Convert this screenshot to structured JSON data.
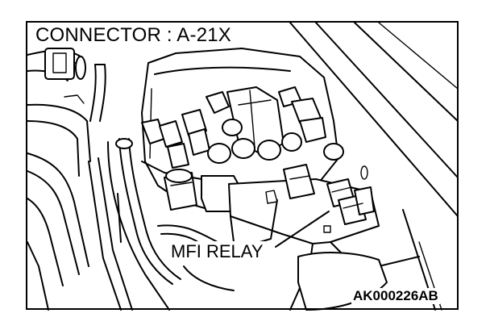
{
  "figure": {
    "title": "CONNECTOR : A-21X",
    "callout_label": "MFI RELAY",
    "figure_code": "AK000226AB"
  },
  "colors": {
    "line": "#000000",
    "background": "#ffffff"
  }
}
